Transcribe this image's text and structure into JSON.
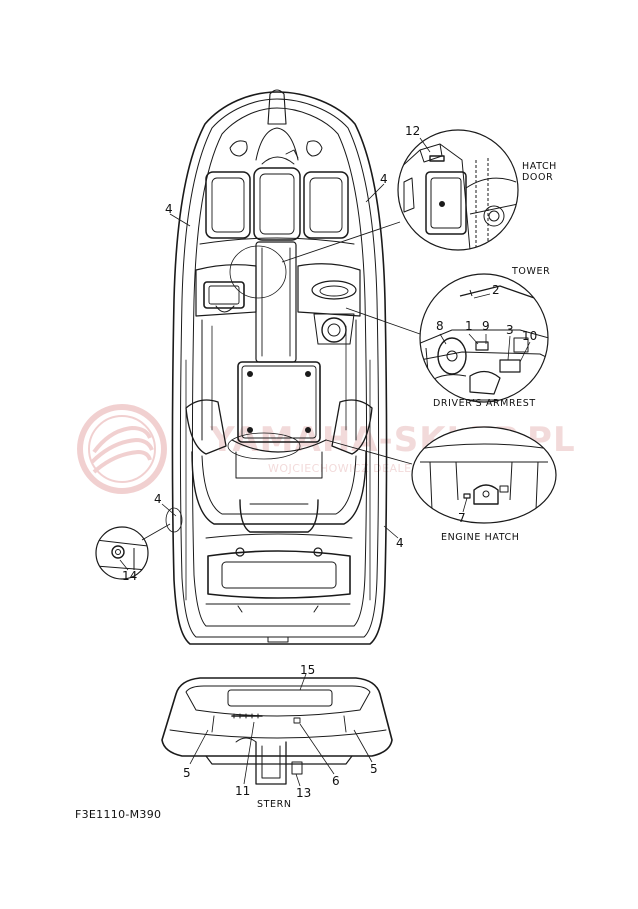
{
  "diagram_code": "F3E1110-M390",
  "watermark": {
    "text": "YAMAHA-SKLEP.PL",
    "subtext": "WOJCIECHOWICZ DEALER YAMAHA",
    "color": "#e9b7b7"
  },
  "labels": {
    "hatch_door": [
      "HATCH",
      "DOOR"
    ],
    "tower": "TOWER",
    "drivers_armrest": "DRIVER'S ARMREST",
    "engine_hatch": "ENGINE HATCH",
    "stern": "STERN"
  },
  "callouts": {
    "n1": "1",
    "n2": "2",
    "n3": "3",
    "n4": "4",
    "n5": "5",
    "n6": "6",
    "n7": "7",
    "n8": "8",
    "n9": "9",
    "n10": "10",
    "n11": "11",
    "n12": "12",
    "n13": "13",
    "n14": "14",
    "n15": "15"
  }
}
